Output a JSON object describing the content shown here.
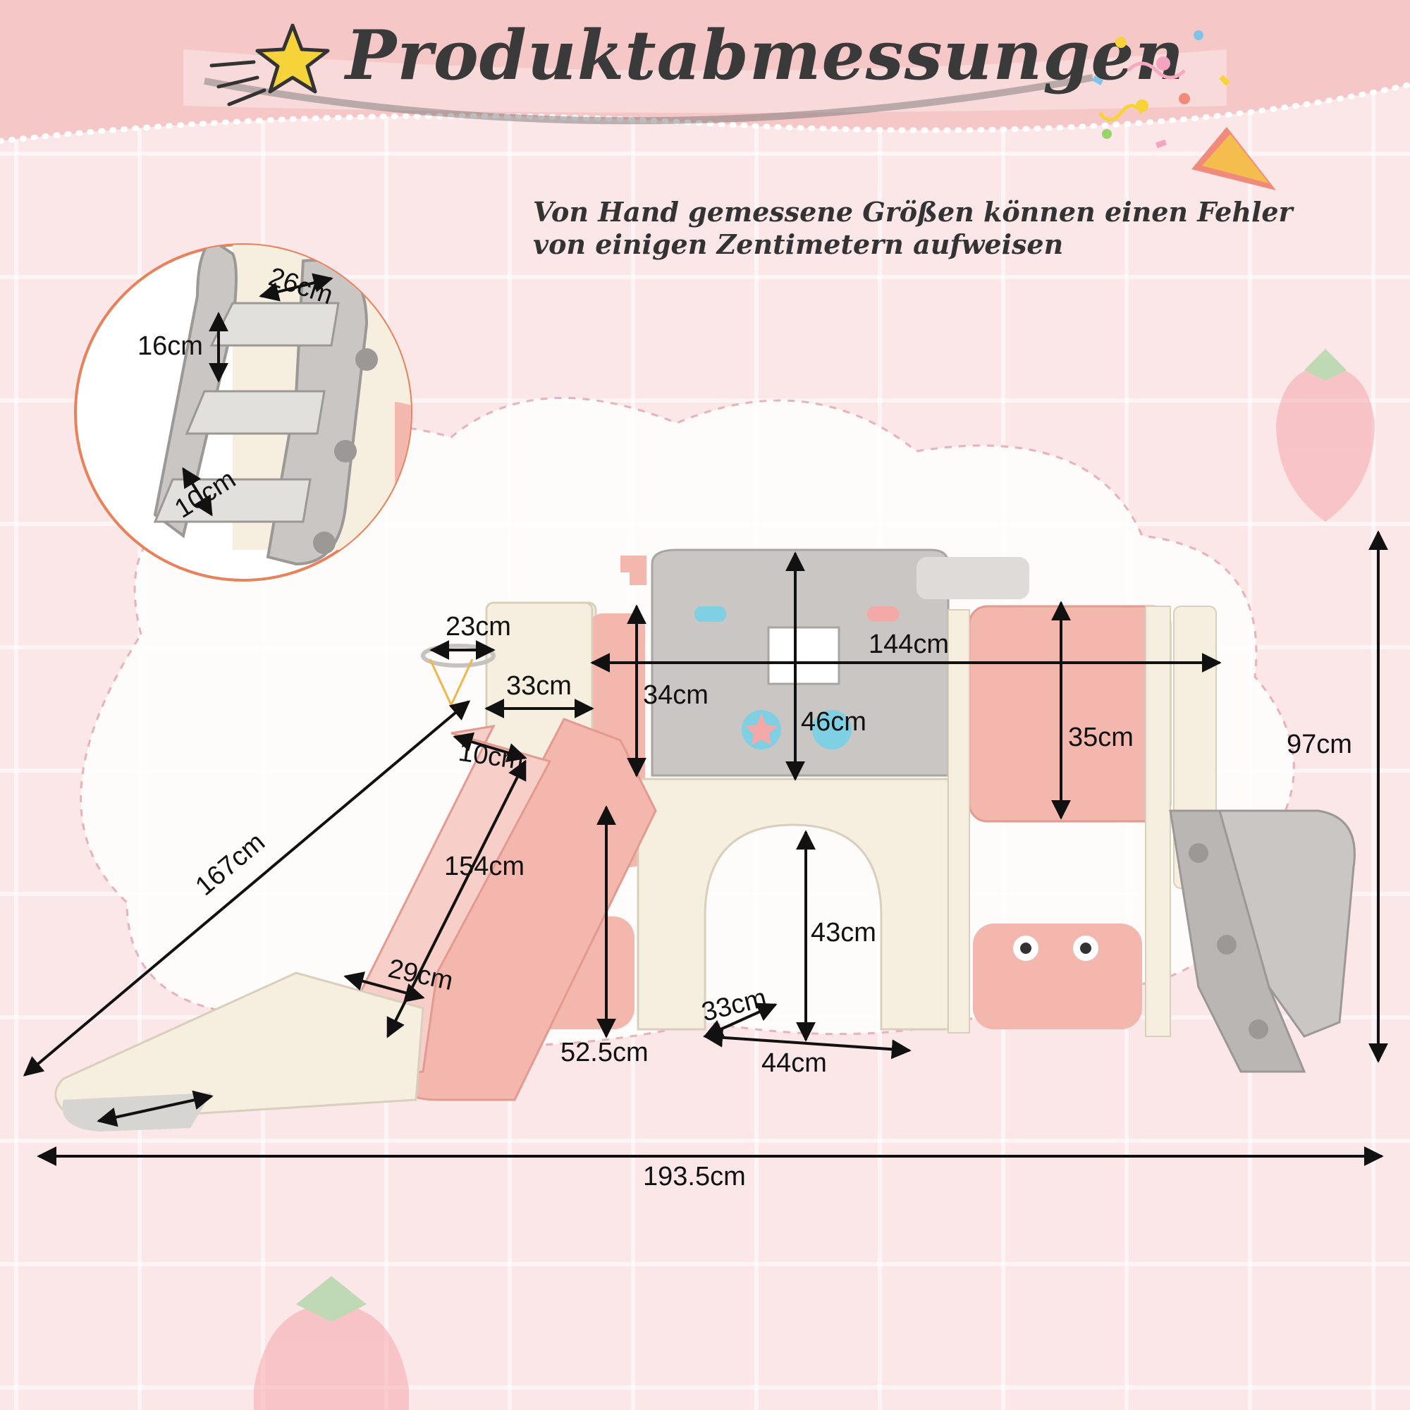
{
  "title": "Produktabmessungen",
  "note": {
    "line1": "Von Hand gemessene Größen können einen Fehler",
    "line2": "von einigen Zentimetern aufweisen"
  },
  "inset": {
    "step_width": "26cm",
    "step_height": "16cm",
    "step_depth": "10cm"
  },
  "dimensions": {
    "hoop_width": "23cm",
    "tower_width": "33cm",
    "slide_top": "10cm",
    "slide_diagonal": "167cm",
    "slide_length": "154cm",
    "slide_width": "29cm",
    "slide_height": "52.5cm",
    "panel_top_width": "144cm",
    "left_panel_height": "34cm",
    "center_panel_height": "46cm",
    "right_panel_height": "35cm",
    "total_height": "97cm",
    "arch_height": "43cm",
    "arch_depth": "33cm",
    "arch_width": "44cm",
    "total_length": "193.5cm"
  },
  "colors": {
    "banner": "#f6c7c7",
    "pink": "#f3b7ae",
    "cream": "#f6efe0",
    "grey": "#bdbab7",
    "inset_border": "#e8825a",
    "star": "#f7d33a"
  }
}
